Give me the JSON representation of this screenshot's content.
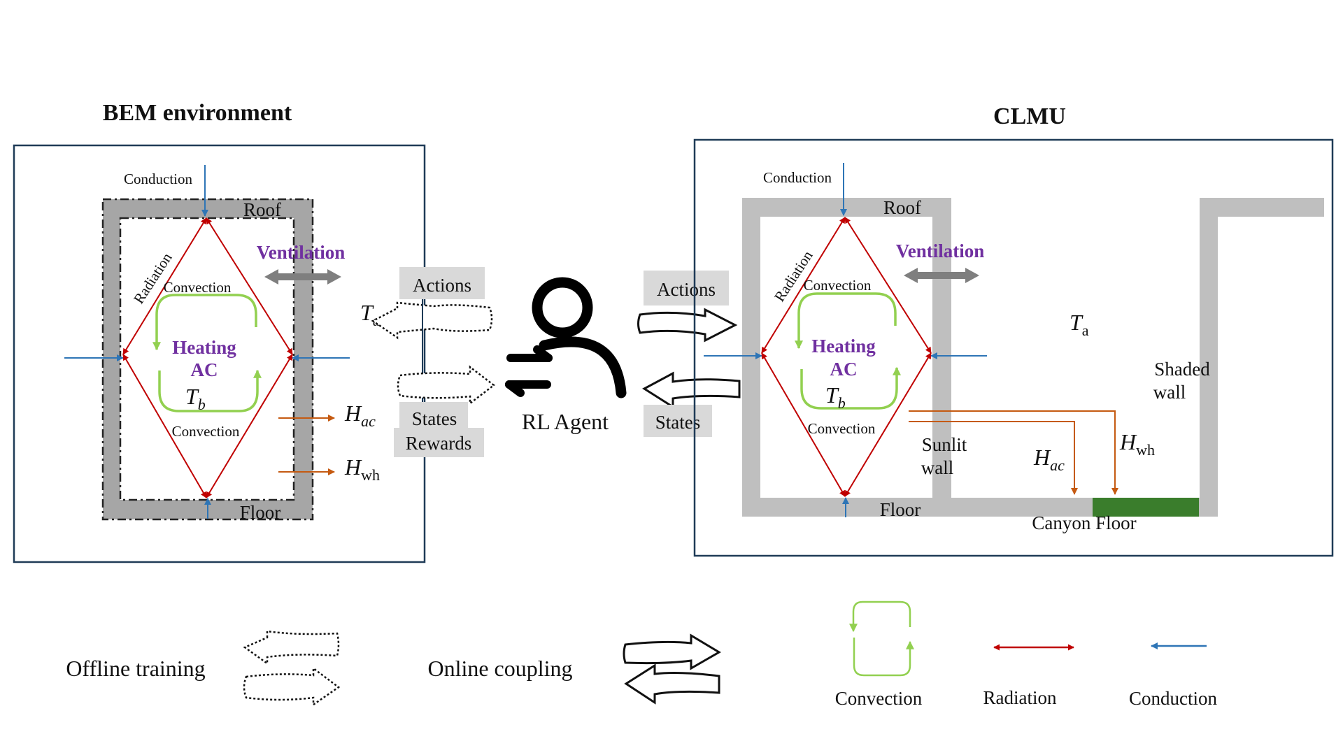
{
  "bem": {
    "title": "BEM environment",
    "conduction": "Conduction",
    "roof": "Roof",
    "floor": "Floor",
    "radiation": "Radiation",
    "convection_top": "Convection",
    "convection_bottom": "Convection",
    "ventilation": "Ventilation",
    "heating": "Heating",
    "ac": "AC",
    "t_b": "T",
    "t_b_sub": "b",
    "t_a": "T",
    "t_a_sub": "a",
    "h_ac": "H",
    "h_ac_sub": "ac",
    "h_wh": "H",
    "h_wh_sub": "wh"
  },
  "middle": {
    "actions_left": "Actions",
    "states_left": "States",
    "rewards_left": "Rewards",
    "agent_label": "RL Agent",
    "actions_right": "Actions",
    "states_right": "States"
  },
  "clmu": {
    "title": "CLMU",
    "conduction": "Conduction",
    "roof": "Roof",
    "floor": "Floor",
    "radiation": "Radiation",
    "convection_top": "Convection",
    "convection_bottom": "Convection",
    "ventilation": "Ventilation",
    "heating": "Heating",
    "ac": "AC",
    "t_b": "T",
    "t_b_sub": "b",
    "t_a": "T",
    "t_a_sub": "a",
    "h_ac": "H",
    "h_ac_sub": "ac",
    "h_wh": "H",
    "h_wh_sub": "wh",
    "sunlit_1": "Sunlit",
    "sunlit_2": "wall",
    "shaded_1": "Shaded",
    "shaded_2": "wall",
    "canyon_floor": "Canyon Floor"
  },
  "legend": {
    "offline": "Offline training",
    "online": "Online coupling",
    "convection": "Convection",
    "radiation": "Radiation",
    "conduction": "Conduction"
  },
  "colors": {
    "red": "#c00000",
    "blue": "#2e75b6",
    "orange": "#c55a11",
    "green": "#92d050",
    "purple": "#7030a0",
    "wall_gray": "#bfbfbf",
    "canyon_green": "#3a7d2c",
    "label_box": "#d9d9d9"
  }
}
